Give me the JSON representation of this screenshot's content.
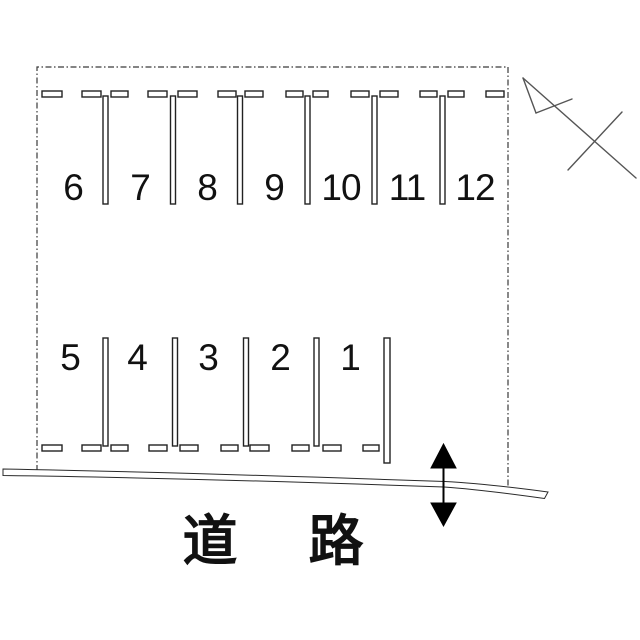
{
  "diagram": {
    "type": "parking-lot-layout",
    "background_color": "#ffffff",
    "line_color": "#222222",
    "arrow_color": "#000000",
    "top_row": {
      "stall_labels": [
        "6",
        "7",
        "8",
        "9",
        "10",
        "11",
        "12"
      ]
    },
    "bottom_row": {
      "stall_labels": [
        "5",
        "4",
        "3",
        "2",
        "1"
      ]
    },
    "road": {
      "label_left": "道",
      "label_right": "路"
    },
    "icons": {
      "north_arrow": "north-direction-arrow",
      "two_way_arrow": "two-way-road-access-arrow"
    }
  }
}
